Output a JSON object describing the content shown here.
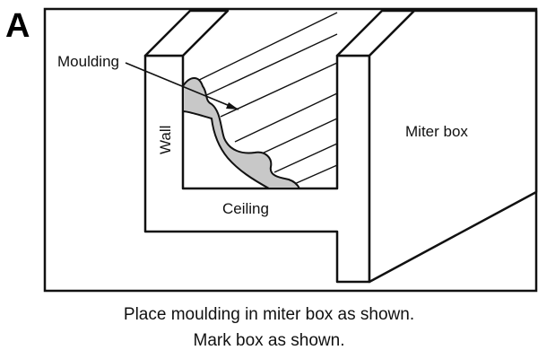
{
  "panel_letter": "A",
  "labels": {
    "moulding": "Moulding",
    "wall": "Wall",
    "miter_box": "Miter box",
    "ceiling": "Ceiling"
  },
  "caption": {
    "line1": "Place moulding in miter box as shown.",
    "line2": "Mark box as shown."
  },
  "colors": {
    "ink": "#111111",
    "moulding_fill": "#c8c8c8",
    "background": "#ffffff"
  }
}
